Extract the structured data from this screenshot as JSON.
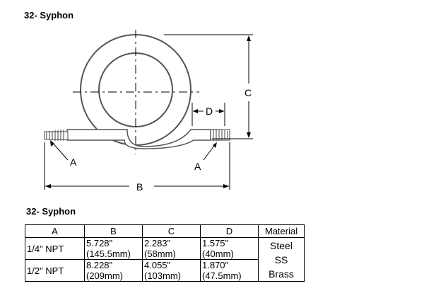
{
  "page_title": "32- Syphon",
  "drawing": {
    "label_A_left": "A",
    "label_A_right": "A",
    "label_B": "B",
    "label_C": "C",
    "label_D": "D"
  },
  "table": {
    "title": "32- Syphon",
    "headers": [
      "A",
      "B",
      "C",
      "D",
      "Material"
    ],
    "rows": [
      {
        "size": "1/4\" NPT",
        "b1": "5.728\"",
        "b2": "(145.5mm)",
        "c1": "2.283\"",
        "c2": "(58mm)",
        "d1": "1.575\"",
        "d2": "(40mm)"
      },
      {
        "size": "1/2\" NPT",
        "b1": "8.228\"",
        "b2": "(209mm)",
        "c1": "4.055\"",
        "c2": "(103mm)",
        "d1": "1.870\"",
        "d2": "(47.5mm)"
      }
    ],
    "materials": [
      "Steel",
      "SS",
      "Brass"
    ]
  }
}
